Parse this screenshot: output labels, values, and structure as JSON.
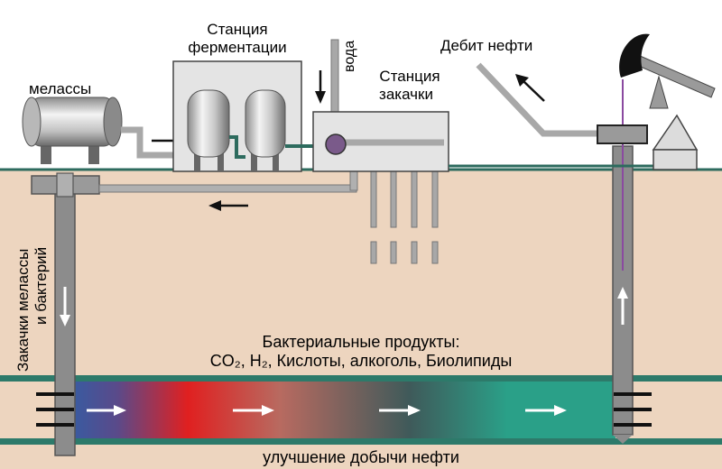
{
  "labels": {
    "molasses": "мелассы",
    "fermentation_line1": "Станция",
    "fermentation_line2": "ферментации",
    "water": "вода",
    "injection_line1": "Станция",
    "injection_line2": "закачки",
    "oil_rate": "Дебит нефти",
    "well_injection_line1": "Закачки мелассы",
    "well_injection_line2": "и бактерий",
    "products_title": "Бактериальные продукты:",
    "products_list": "CO₂, H₂, Кислоты, алкоголь, Биолипиды",
    "improved_recovery": "улучшение добычи нефти"
  },
  "colors": {
    "soil": "#edd5bf",
    "sky": "#ffffff",
    "ground_line": "#2d6b5e",
    "pipe": "#a8a8a8",
    "pipe_dark": "#6b6b6b",
    "station_box": "#e4e4e4",
    "reservoir_blue": "#3a5aa0",
    "reservoir_red": "#e02020",
    "reservoir_grey": "#3f5a5a",
    "reservoir_teal": "#2aa088",
    "valve": "#7a5a8a",
    "pump_jack": "#111111",
    "arrow": "#111111"
  },
  "icons": {
    "molasses_tank": "tank-icon",
    "fermenter": "fermenter-tank-icon",
    "pump_jack": "oil-pump-jack-icon",
    "wellhead": "wellhead-house-icon",
    "valve": "valve-icon"
  }
}
